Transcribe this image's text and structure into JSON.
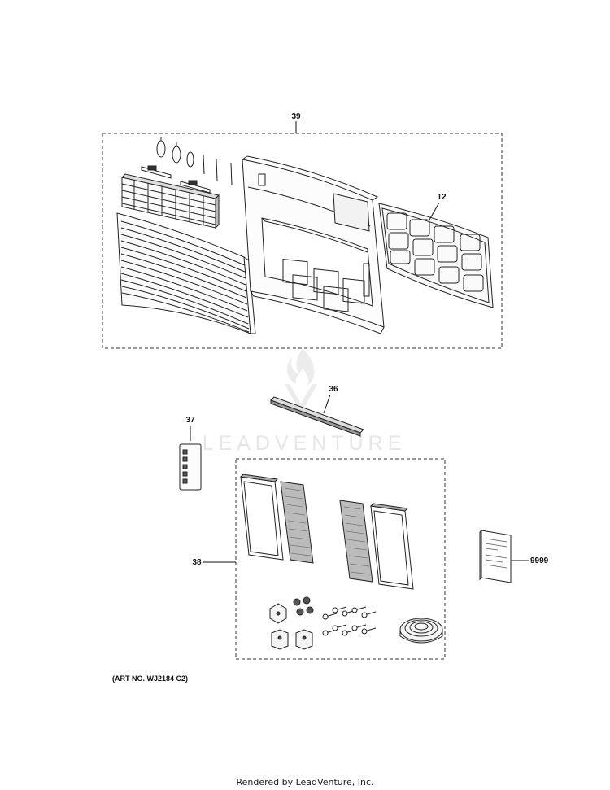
{
  "callouts": {
    "panel_kit": "39",
    "filter": "12",
    "seal_strip": "36",
    "control_label": "37",
    "install_kit": "38",
    "manual": "9999"
  },
  "art_number": "(ART NO. WJ2184 C2)",
  "watermark": "LEADVENTURE",
  "footer": "Rendered by LeadVenture, Inc."
}
